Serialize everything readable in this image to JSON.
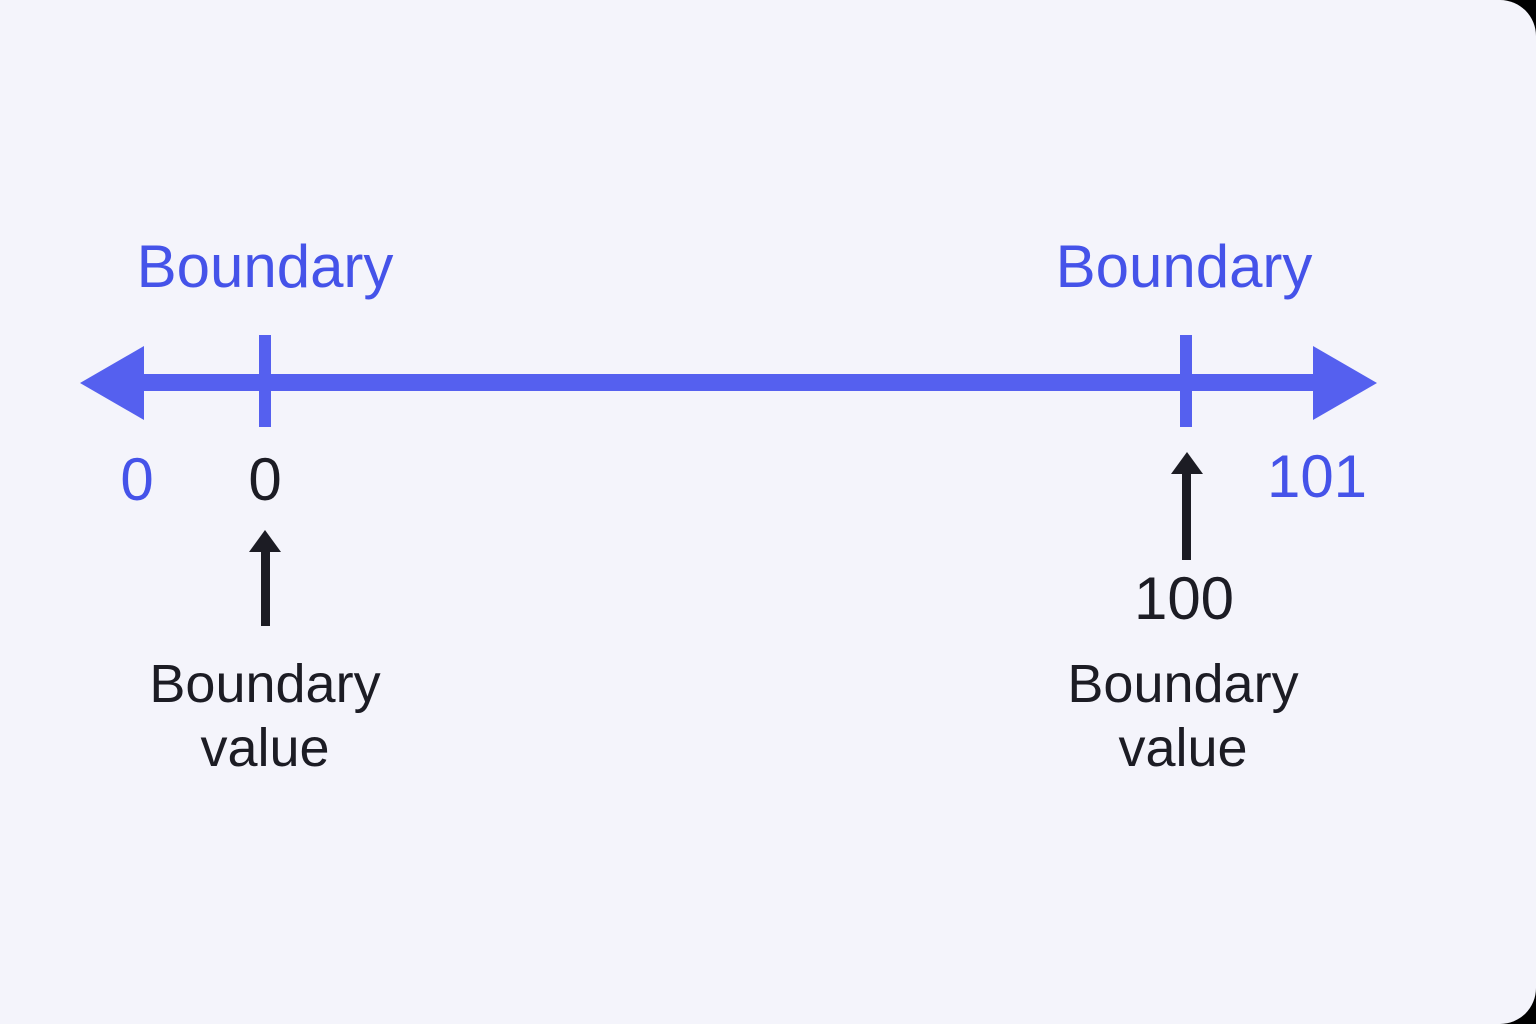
{
  "colors": {
    "page_background": "#000000",
    "card_background": "#f4f4fb",
    "axis_blue": "#5560ef",
    "blue_text": "#4553e9",
    "dark_text": "#1c1c24"
  },
  "number_line": {
    "axis_start_label": "0",
    "axis_end_label": "101",
    "ticks": [
      {
        "boundary_label": "Boundary",
        "value": "0",
        "caption": "Boundary value"
      },
      {
        "boundary_label": "Boundary",
        "value": "100",
        "caption": "Boundary value"
      }
    ]
  }
}
